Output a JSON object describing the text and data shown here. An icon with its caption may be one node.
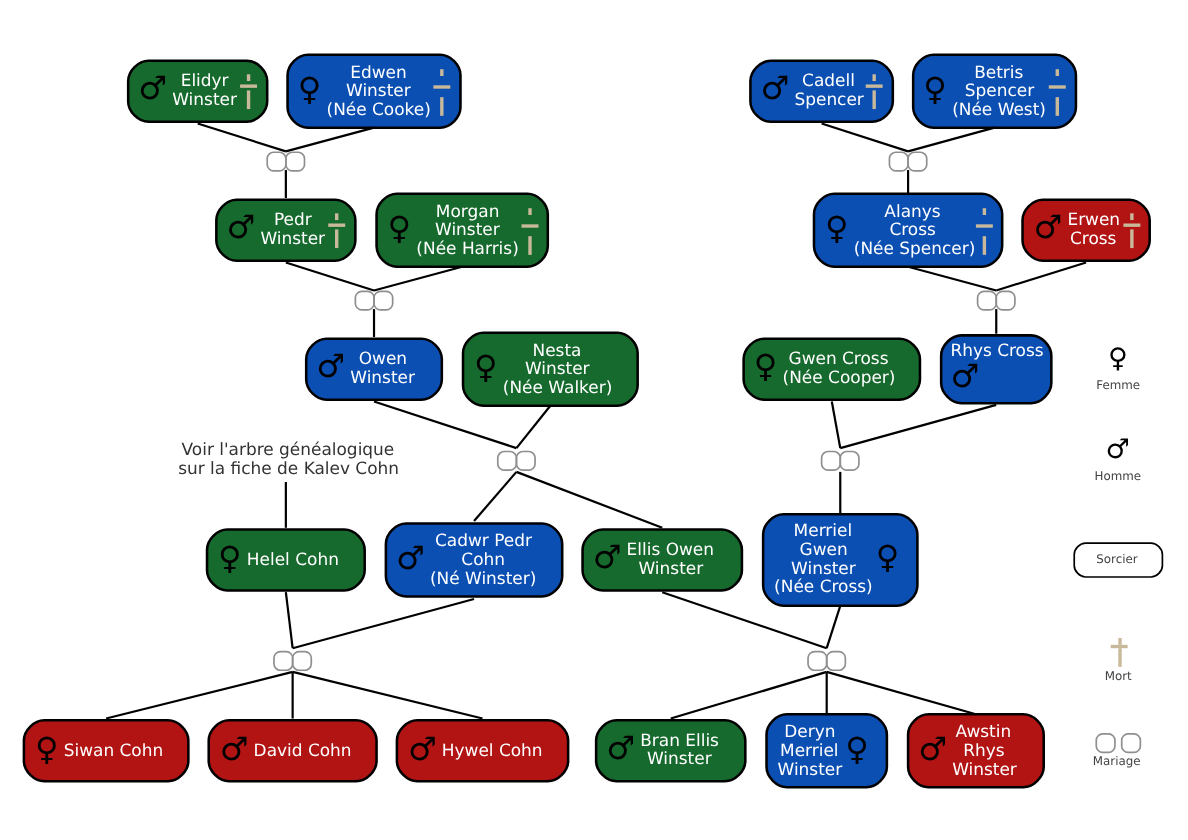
{
  "diagram": {
    "nodes": [
      {
        "text": [
          "♂",
          "Elidyr Winster"
        ]
      },
      {
        "text": [
          "♀",
          "Edwen Winster",
          "(Née Cooke)"
        ]
      },
      {
        "text": [],
        "shape": "picture"
      },
      {
        "text": [
          "♂",
          "Cadell Spencer"
        ]
      },
      {
        "text": [
          "♀",
          "Betris Spencer",
          "(Née West)"
        ]
      },
      {
        "text": [],
        "shape": "picture"
      },
      {
        "text": [
          "♂",
          "Pedr Winster"
        ]
      },
      {
        "text": [
          "♀",
          "Morgan Winster",
          "(Née Harris)"
        ]
      },
      {
        "text": [],
        "shape": "picture"
      },
      {
        "text": [
          "♀",
          "Alanys Cross",
          "(Née Spencer)"
        ]
      },
      {
        "text": [
          "♂",
          "Erwen Cross"
        ]
      },
      {
        "text": [],
        "shape": "picture"
      },
      {
        "text": [
          "Voir l'arbre généalogique sur la fiche de Kalev Cohn"
        ]
      },
      {
        "text": [
          "♂",
          "Owen Winster"
        ]
      },
      {
        "text": [
          "♀",
          "Nesta Winster",
          "(Née Walker)"
        ]
      },
      {
        "text": [],
        "shape": "picture"
      },
      {
        "text": [
          "♀",
          "Gwen Cross",
          "(Née Cooper)"
        ]
      },
      {
        "text": [
          "Rhys Cross",
          "♂"
        ]
      },
      {
        "text": [],
        "shape": "picture"
      },
      {
        "text": [
          "♀",
          "Helel Cohn"
        ]
      },
      {
        "text": [
          "♂",
          "Cadwr Pedr Cohn",
          "(Né Winster)"
        ]
      },
      {
        "text": [],
        "shape": "picture"
      },
      {
        "text": [
          "♂",
          "Ellis Owen Winster"
        ]
      },
      {
        "text": [
          "Merriel Gwen Winster",
          "(Née Cross)",
          "♀"
        ]
      },
      {
        "text": [],
        "shape": "picture"
      },
      {
        "text": [
          "♀",
          "Siwan Cohn"
        ]
      },
      {
        "text": [
          "♂",
          "David Cohn"
        ]
      },
      {
        "text": [
          "♂",
          "Hywel Cohn"
        ]
      },
      {
        "text": [
          "♂",
          "Bran Ellis Winster"
        ]
      },
      {
        "text": [
          "Deryn Merriel Winster",
          "♀"
        ]
      },
      {
        "text": [
          "♂",
          "Awstin Rhys Winster"
        ]
      }
    ],
    "edges": [
      {
        "from": 0,
        "to": 2,
        "arrow": "none"
      },
      {
        "from": 1,
        "to": 2,
        "arrow": "none"
      },
      {
        "from": 3,
        "to": 5,
        "arrow": "none"
      },
      {
        "from": 4,
        "to": 5,
        "arrow": "none"
      },
      {
        "from": 2,
        "to": 6,
        "arrow": "none"
      },
      {
        "from": 5,
        "to": 9,
        "arrow": "none"
      },
      {
        "from": 6,
        "to": 8,
        "arrow": "none"
      },
      {
        "from": 7,
        "to": 8,
        "arrow": "none"
      },
      {
        "from": 9,
        "to": 11,
        "arrow": "none"
      },
      {
        "from": 10,
        "to": 11,
        "arrow": "none"
      },
      {
        "from": 8,
        "to": 13,
        "arrow": "none"
      },
      {
        "from": 11,
        "to": 17,
        "arrow": "none"
      },
      {
        "from": 13,
        "to": 15,
        "arrow": "none"
      },
      {
        "from": 14,
        "to": 15,
        "arrow": "none"
      },
      {
        "from": 16,
        "to": 18,
        "arrow": "none"
      },
      {
        "from": 17,
        "to": 18,
        "arrow": "none"
      },
      {
        "from": 12,
        "to": 19,
        "arrow": "none"
      },
      {
        "from": 15,
        "to": 20,
        "arrow": "none"
      },
      {
        "from": 15,
        "to": 22,
        "arrow": "none"
      },
      {
        "from": 19,
        "to": 21,
        "arrow": "none"
      },
      {
        "from": 20,
        "to": 21,
        "arrow": "none"
      },
      {
        "from": 22,
        "to": 24,
        "arrow": "none"
      },
      {
        "from": 23,
        "to": 24,
        "arrow": "none"
      },
      {
        "from": 18,
        "to": 23,
        "arrow": "none"
      },
      {
        "from": 21,
        "to": 25,
        "arrow": "none"
      },
      {
        "from": 21,
        "to": 26,
        "arrow": "none"
      },
      {
        "from": 21,
        "to": 27,
        "arrow": "none"
      },
      {
        "from": 24,
        "to": 28,
        "arrow": "none"
      },
      {
        "from": 24,
        "to": 29,
        "arrow": "none"
      },
      {
        "from": 24,
        "to": 30,
        "arrow": "none"
      }
    ],
    "labels": [
      "♀",
      "♂"
    ],
    "legend": [
      {
        "text": "Femme"
      },
      {
        "text": "Homme"
      },
      {
        "text": "Sorcier"
      },
      {
        "text": "Mort"
      },
      {
        "text": "Mariage"
      }
    ]
  }
}
